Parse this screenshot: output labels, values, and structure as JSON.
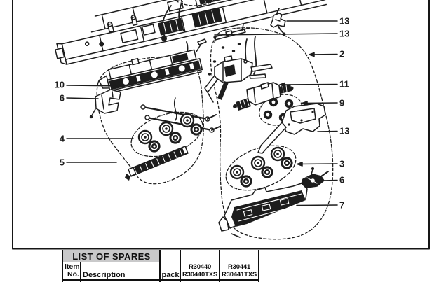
{
  "figure": {
    "callouts": {
      "left": [
        {
          "label": "10"
        },
        {
          "label": "6"
        },
        {
          "label": "4"
        },
        {
          "label": "5"
        }
      ],
      "right": [
        {
          "label": "13"
        },
        {
          "label": "13"
        },
        {
          "label": "2"
        },
        {
          "label": "11"
        },
        {
          "label": "9"
        },
        {
          "label": "13"
        },
        {
          "label": "3"
        },
        {
          "label": "6"
        },
        {
          "label": "7"
        }
      ]
    }
  },
  "table": {
    "title": "LIST OF SPARES",
    "columns": {
      "item_no": [
        "Item",
        "No."
      ],
      "description": "Description",
      "pack": "pack",
      "variant1": [
        "R30440",
        "R30440TXS"
      ],
      "variant2": [
        "R30441",
        "R30441TXS"
      ]
    }
  },
  "colors": {
    "ink": "#1d1d1d",
    "table_header_bg": "#c9c9ca",
    "paper": "#ffffff"
  }
}
